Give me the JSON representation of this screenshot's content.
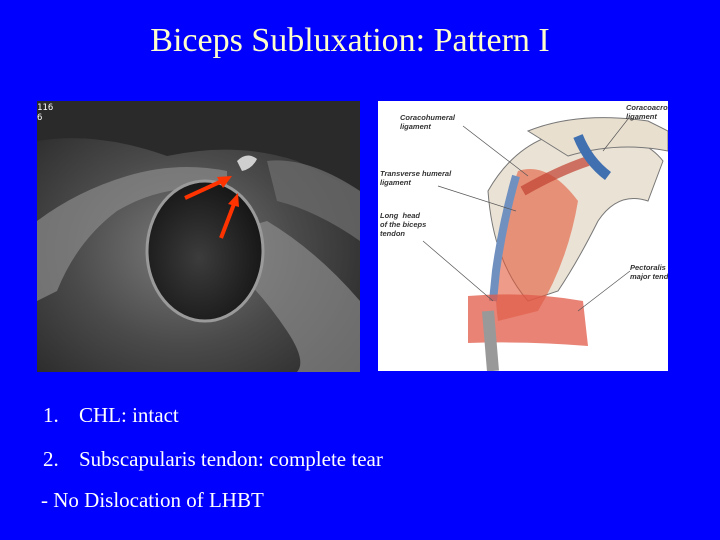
{
  "slide": {
    "title": "Biceps Subluxation: Pattern I",
    "mri": {
      "label": "116\n6"
    },
    "illustration": {
      "labels": {
        "coracohumeral": "Coracohumeral\nligament",
        "coracoacromial": "Coracoacromial\nligament",
        "transverse": "Transverse humeral\nligament",
        "biceps": "Long  head\nof the biceps\ntendon",
        "pectoralis": "Pectoralis\nmajor tendon"
      }
    },
    "list": [
      {
        "num": "1.",
        "text": "CHL: intact"
      },
      {
        "num": "2.",
        "text": "Subscapularis tendon: complete tear"
      }
    ],
    "note": "- No Dislocation of LHBT",
    "colors": {
      "background": "#0000ff",
      "title": "#ffffcc",
      "text": "#ffffff",
      "arrow": "#ff3300"
    }
  }
}
